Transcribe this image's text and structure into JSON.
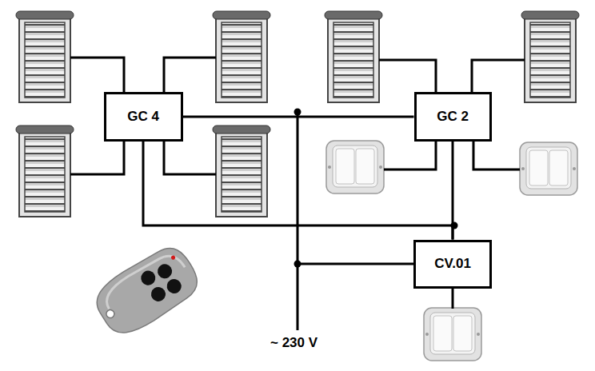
{
  "diagram": {
    "nodes": [
      {
        "text": [
          "GC 4"
        ]
      },
      {
        "text": [
          "GC 2"
        ]
      },
      {
        "text": [
          "CV.01"
        ]
      }
    ],
    "edges": [
      {
        "from": 0,
        "to": 1,
        "arrow": "none"
      },
      {
        "from": 1,
        "to": 2,
        "arrow": "none"
      },
      {
        "from": 0,
        "to": 2,
        "arrow": "none"
      }
    ],
    "labels": [
      "~ 230 V"
    ]
  }
}
